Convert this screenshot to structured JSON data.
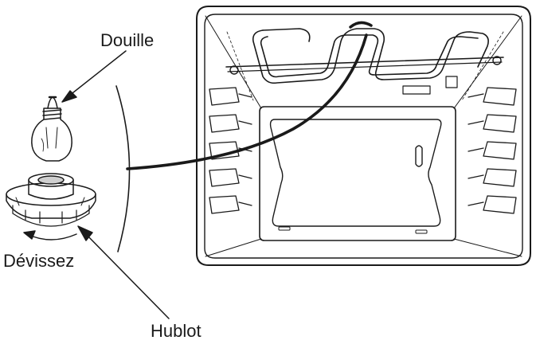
{
  "labels": {
    "douille": "Douille",
    "devissez": "Dévissez",
    "hublot": "Hublot"
  },
  "colors": {
    "ink": "#1a1a1a",
    "background": "#ffffff"
  }
}
